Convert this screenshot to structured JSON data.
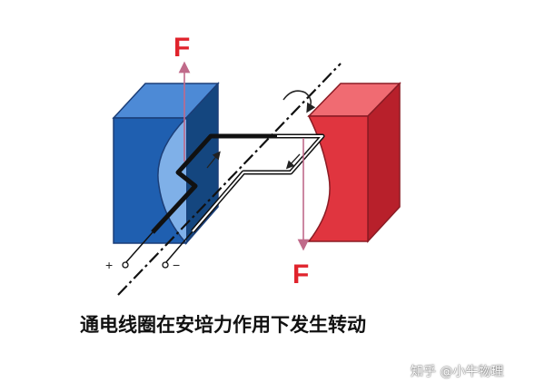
{
  "diagram": {
    "top_force_label": "F",
    "bottom_force_label": "F",
    "positive_terminal": "+",
    "negative_terminal": "−"
  },
  "caption": "通电线圈在安培力作用下发生转动",
  "watermark": "知乎 @小牛物理",
  "colors": {
    "north_magnet": "#1f5fb0",
    "south_magnet": "#e0353f",
    "force": "#e0232c",
    "force_arrow": "#c06a8a",
    "coil": "#111111"
  }
}
